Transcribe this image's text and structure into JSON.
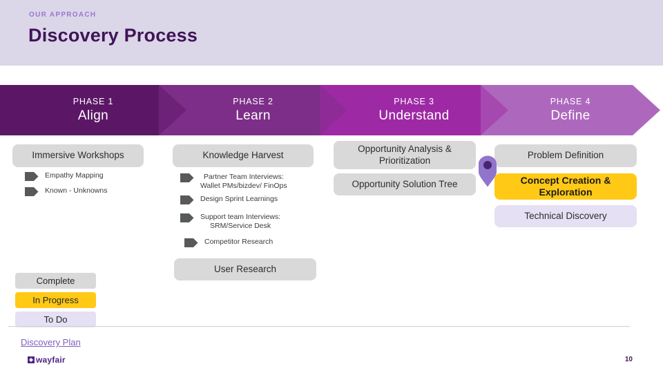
{
  "header": {
    "eyebrow": "OUR APPROACH",
    "title": "Discovery Process"
  },
  "phases": [
    {
      "kicker": "PHASE 1",
      "name": "Align",
      "color": "#5b1766"
    },
    {
      "kicker": "PHASE 2",
      "name": "Learn",
      "color": "#7d2e88"
    },
    {
      "kicker": "PHASE 3",
      "name": "Understand",
      "color": "#9e29a5"
    },
    {
      "kicker": "PHASE 4",
      "name": "Define",
      "color": "#ad68bd"
    }
  ],
  "columns": {
    "align": {
      "header": {
        "label": "Immersive Workshops"
      },
      "bullets": [
        {
          "line1": "Empathy Mapping",
          "line2": ""
        },
        {
          "line1": "Known - Unknowns",
          "line2": ""
        }
      ]
    },
    "learn": {
      "header": {
        "label": "Knowledge Harvest"
      },
      "bullets": [
        {
          "line1": "Partner Team Interviews:",
          "line2": "Wallet PMs/bizdev/ FinOps"
        },
        {
          "line1": "Design Sprint Learnings",
          "line2": ""
        },
        {
          "line1": "Support team Interviews:",
          "line2": "SRM/Service Desk"
        },
        {
          "line1": "Competitor Research",
          "line2": ""
        }
      ],
      "footer_button": {
        "label": "User Research"
      }
    },
    "understand": {
      "buttons": [
        {
          "label": "Opportunity Analysis & Prioritization",
          "status": "complete"
        },
        {
          "label": "Opportunity Solution Tree",
          "status": "complete"
        }
      ]
    },
    "define": {
      "buttons": [
        {
          "label": "Problem Definition",
          "status": "complete"
        },
        {
          "label": "Concept Creation & Exploration",
          "status": "in_progress"
        },
        {
          "label": "Technical Discovery",
          "status": "todo"
        }
      ]
    }
  },
  "legend": [
    {
      "label": "Complete"
    },
    {
      "label": "In Progress"
    },
    {
      "label": "To Do"
    }
  ],
  "status_colors": {
    "complete": "#d9d9d9",
    "in_progress": "#ffc916",
    "todo": "#e5e0f3"
  },
  "footer": {
    "link": "Discovery Plan",
    "brand": "wayfair",
    "page_number": "10"
  },
  "colors": {
    "header_bg": "#dcd6e9",
    "eyebrow": "#9678cf",
    "title": "#3f1556",
    "bullet_icon": "#58595b",
    "pin_body": "#9174cc",
    "pin_dot": "#46256d",
    "link": "#7d5fc0",
    "brand": "#4f2684"
  }
}
